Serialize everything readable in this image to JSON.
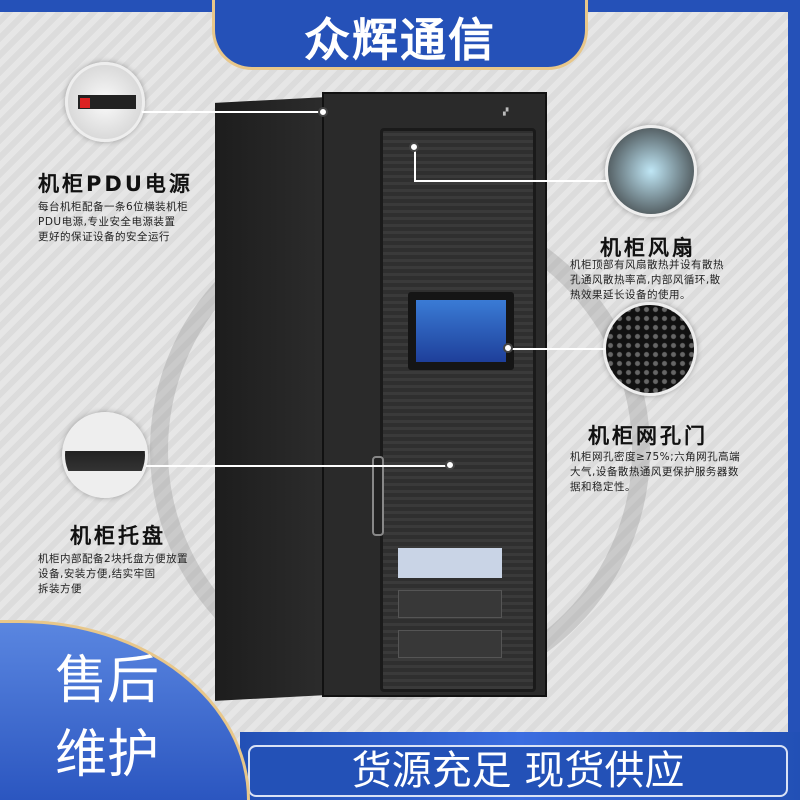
{
  "brand": {
    "title": "众辉通信"
  },
  "features": [
    {
      "title": "机柜PDU电源",
      "desc": [
        "每台机柜配备一条6位横装机柜",
        "PDU电源,专业安全电源装置",
        "更好的保证设备的安全运行"
      ]
    },
    {
      "title": "机柜风扇",
      "desc": [
        "机柜顶部有风扇散热并设有散热",
        "孔通风散热率高,内部风循环,散",
        "热效果延长设备的使用。"
      ]
    },
    {
      "title": "机柜网孔门",
      "desc": [
        "机柜网孔密度≥75%;六角网孔高端",
        "大气,设备散热通风更保护服务器数",
        "据和稳定性。"
      ]
    },
    {
      "title": "机柜托盘",
      "desc": [
        "机柜内部配备2块托盘方便放置",
        "设备,安装方便,结实牢固",
        "拆装方便"
      ]
    }
  ],
  "badge": {
    "line1": "售后",
    "line2": "维护"
  },
  "slogan": "货源充足 现货供应",
  "colors": {
    "brand_blue": "#2551b8",
    "gold": "#e8c78a"
  }
}
